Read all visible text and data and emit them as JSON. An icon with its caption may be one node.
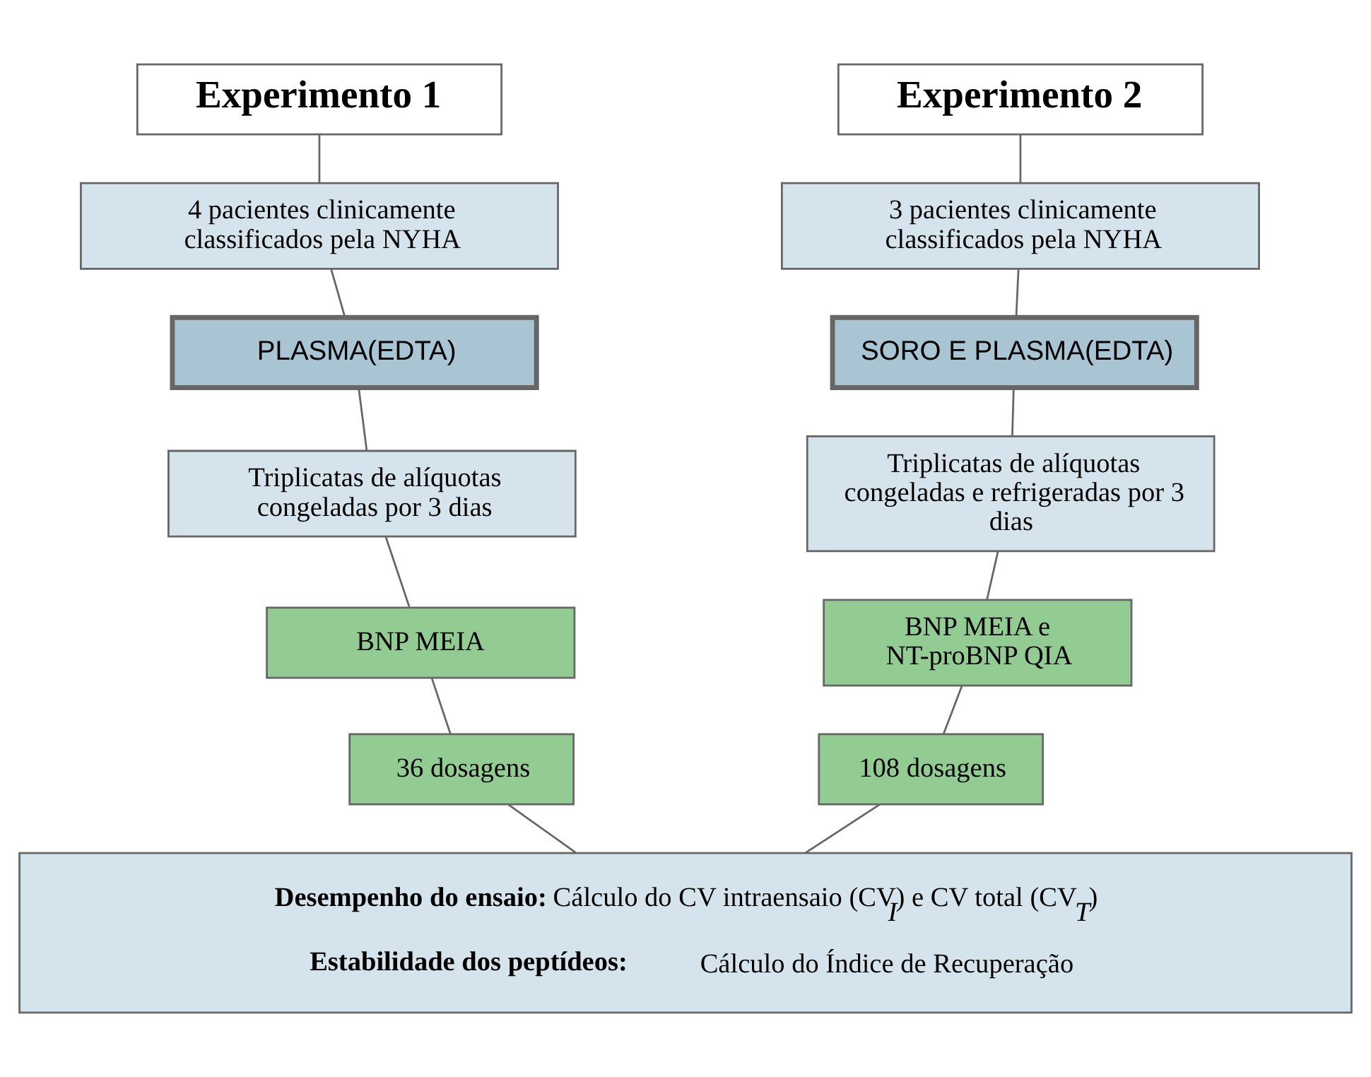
{
  "diagram": {
    "nodes": [
      {
        "text": [
          "Experimento 1"
        ]
      },
      {
        "text": [
          "4 pacientes clinicamente classificados pela NYHA"
        ]
      },
      {
        "text": [
          "PLASMA(EDTA)"
        ]
      },
      {
        "text": [
          "Triplicatas de alíquotas congeladas por 3 dias"
        ]
      },
      {
        "text": [
          "BNP MEIA"
        ]
      },
      {
        "text": [
          "36 dosagens"
        ]
      },
      {
        "text": [
          "Experimento 2"
        ]
      },
      {
        "text": [
          "3 pacientes clinicamente classificados pela NYHA"
        ]
      },
      {
        "text": [
          "SORO E PLASMA(EDTA)"
        ]
      },
      {
        "text": [
          "Triplicatas de alíquotas congeladas e refrigeradas por 3 dias"
        ]
      },
      {
        "text": [
          "BNP MEIA e NT-proBNP QIA"
        ]
      },
      {
        "text": [
          "108 dosagens"
        ]
      },
      {
        "text": [
          "**Desempenho do ensaio:** Cálculo do CV intraensaio (CV$_{I}$) e CV total (CV$_{T}$)",
          "**Estabilidade dos peptídeos:** Cálculo do Índice de Recuperação"
        ]
      }
    ],
    "edges": [
      {
        "from": 0,
        "to": 1,
        "arrow": "none"
      },
      {
        "from": 1,
        "to": 2,
        "arrow": "none"
      },
      {
        "from": 2,
        "to": 3,
        "arrow": "none"
      },
      {
        "from": 3,
        "to": 4,
        "arrow": "none"
      },
      {
        "from": 4,
        "to": 5,
        "arrow": "none"
      },
      {
        "from": 5,
        "to": 12,
        "arrow": "none"
      },
      {
        "from": 6,
        "to": 7,
        "arrow": "none"
      },
      {
        "from": 7,
        "to": 8,
        "arrow": "none"
      },
      {
        "from": 8,
        "to": 9,
        "arrow": "none"
      },
      {
        "from": 9,
        "to": 10,
        "arrow": "none"
      },
      {
        "from": 10,
        "to": 11,
        "arrow": "none"
      },
      {
        "from": 11,
        "to": 12,
        "arrow": "none"
      }
    ]
  }
}
